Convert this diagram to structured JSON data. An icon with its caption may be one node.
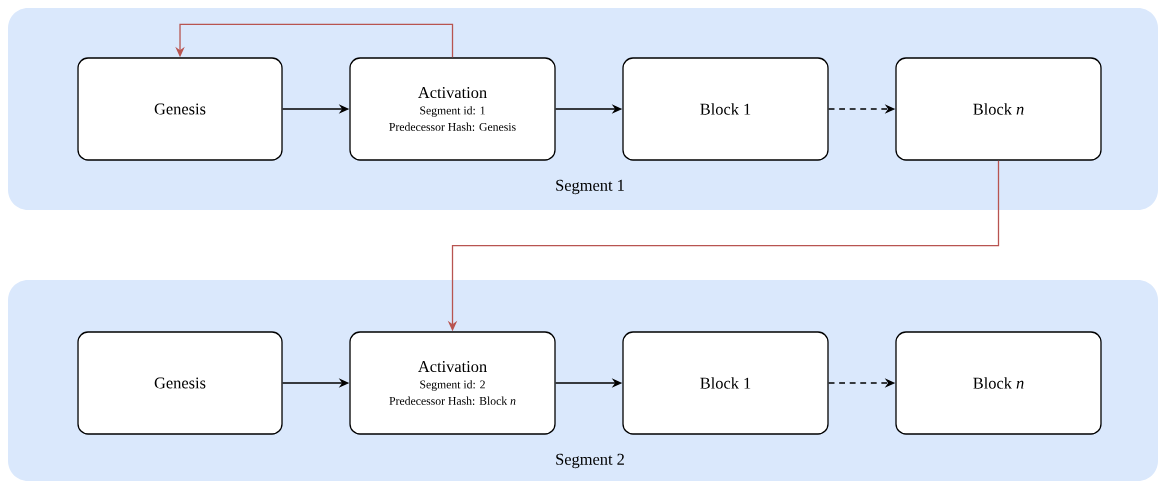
{
  "diagram": {
    "nodes": [
      {
        "text": [
          "Segment 1"
        ]
      },
      {
        "text": [
          "Genesis"
        ],
        "in": 0
      },
      {
        "text": [
          "Activation",
          "Segment id: 1",
          "Predecessor Hash: Genesis"
        ],
        "in": 0
      },
      {
        "text": [
          "Block 1"
        ],
        "in": 0
      },
      {
        "text": [
          "Block *n*"
        ],
        "in": 0
      },
      {
        "text": [
          "Segment 2"
        ]
      },
      {
        "text": [
          "Genesis"
        ],
        "in": 5
      },
      {
        "text": [
          "Activation",
          "Segment id: 2",
          "Predecessor Hash: Block *n*"
        ],
        "in": 5
      },
      {
        "text": [
          "Block 1"
        ],
        "in": 5
      },
      {
        "text": [
          "Block *n*"
        ],
        "in": 5
      }
    ],
    "edges": [
      {
        "from": 1,
        "to": 2,
        "arrow": "to"
      },
      {
        "from": 2,
        "to": 3,
        "arrow": "to"
      },
      {
        "from": 3,
        "to": 4,
        "arrow": "to",
        "style": "dashed"
      },
      {
        "from": 2,
        "to": 1,
        "arrow": "to",
        "color": "#b85450"
      },
      {
        "from": 4,
        "to": 7,
        "arrow": "to",
        "color": "#b85450"
      },
      {
        "from": 6,
        "to": 7,
        "arrow": "to"
      },
      {
        "from": 7,
        "to": 8,
        "arrow": "to"
      },
      {
        "from": 8,
        "to": 9,
        "arrow": "to",
        "style": "dashed"
      }
    ]
  }
}
